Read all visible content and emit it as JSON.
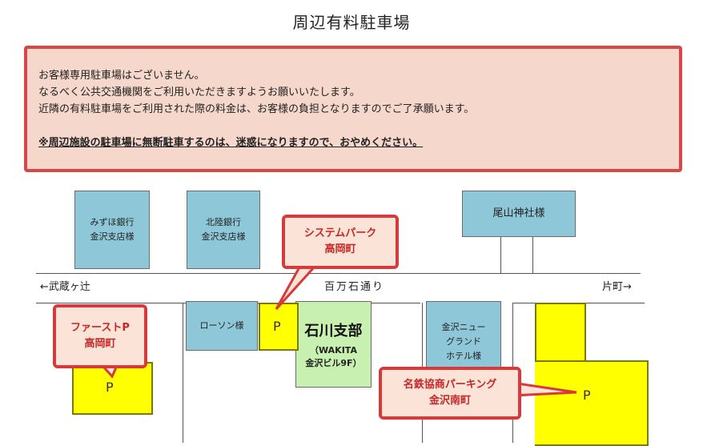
{
  "title": "周辺有料駐車場",
  "notice": {
    "line1": "お客様専用駐車場はございません。",
    "line2": "なるべく公共交通機関をご利用いただきますようお願いいたします。",
    "line3": "近隣の有料駐車場をご利用された際の料金は、お客様の負担となりますのでご了承願います。",
    "warning": "※周辺施設の駐車場に無断駐車するのは、迷惑になりますので、おやめください。"
  },
  "map": {
    "road_west": "←武蔵ヶ辻",
    "road_name": "百万石通り",
    "road_east": "片町→",
    "mizuho_l1": "みずほ銀行",
    "mizuho_l2": "金沢支店様",
    "hokuriku_l1": "北陸銀行",
    "hokuriku_l2": "金沢支店様",
    "oyama": "尾山神社様",
    "lawson": "ローソン様",
    "hotel_l1": "金沢ニュー",
    "hotel_l2": "グランド",
    "hotel_l3": "ホテル様",
    "branch_l1": "石川支部",
    "branch_l2": "（WAKITA",
    "branch_l3": "金沢ビル9F）",
    "parking_mark": "P",
    "callout_system_l1": "システムパーク",
    "callout_system_l2": "高岡町",
    "callout_first_l1": "ファーストP",
    "callout_first_l2": "高岡町",
    "callout_meitetsu_l1": "名鉄協商パーキング",
    "callout_meitetsu_l2": "金沢南町"
  },
  "colors": {
    "accent_red": "#d63a3a",
    "parking_yellow": "#ffff00",
    "building_blue": "#8ec8d8",
    "branch_green": "#c8f0b0",
    "notice_bg": "#f6d7cb"
  }
}
